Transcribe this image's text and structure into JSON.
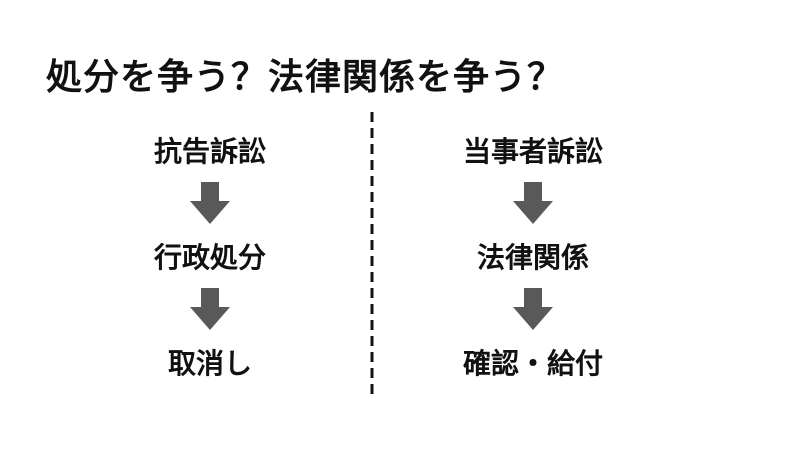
{
  "title": "処分を争う？法律関係を争う？",
  "left": {
    "steps": [
      "抗告訴訟",
      "行政処分",
      "取消し"
    ]
  },
  "right": {
    "steps": [
      "当事者訴訟",
      "法律関係",
      "確認・給付"
    ]
  },
  "colors": {
    "text": "#111111",
    "arrow": "#595959",
    "divider": "#111111"
  }
}
